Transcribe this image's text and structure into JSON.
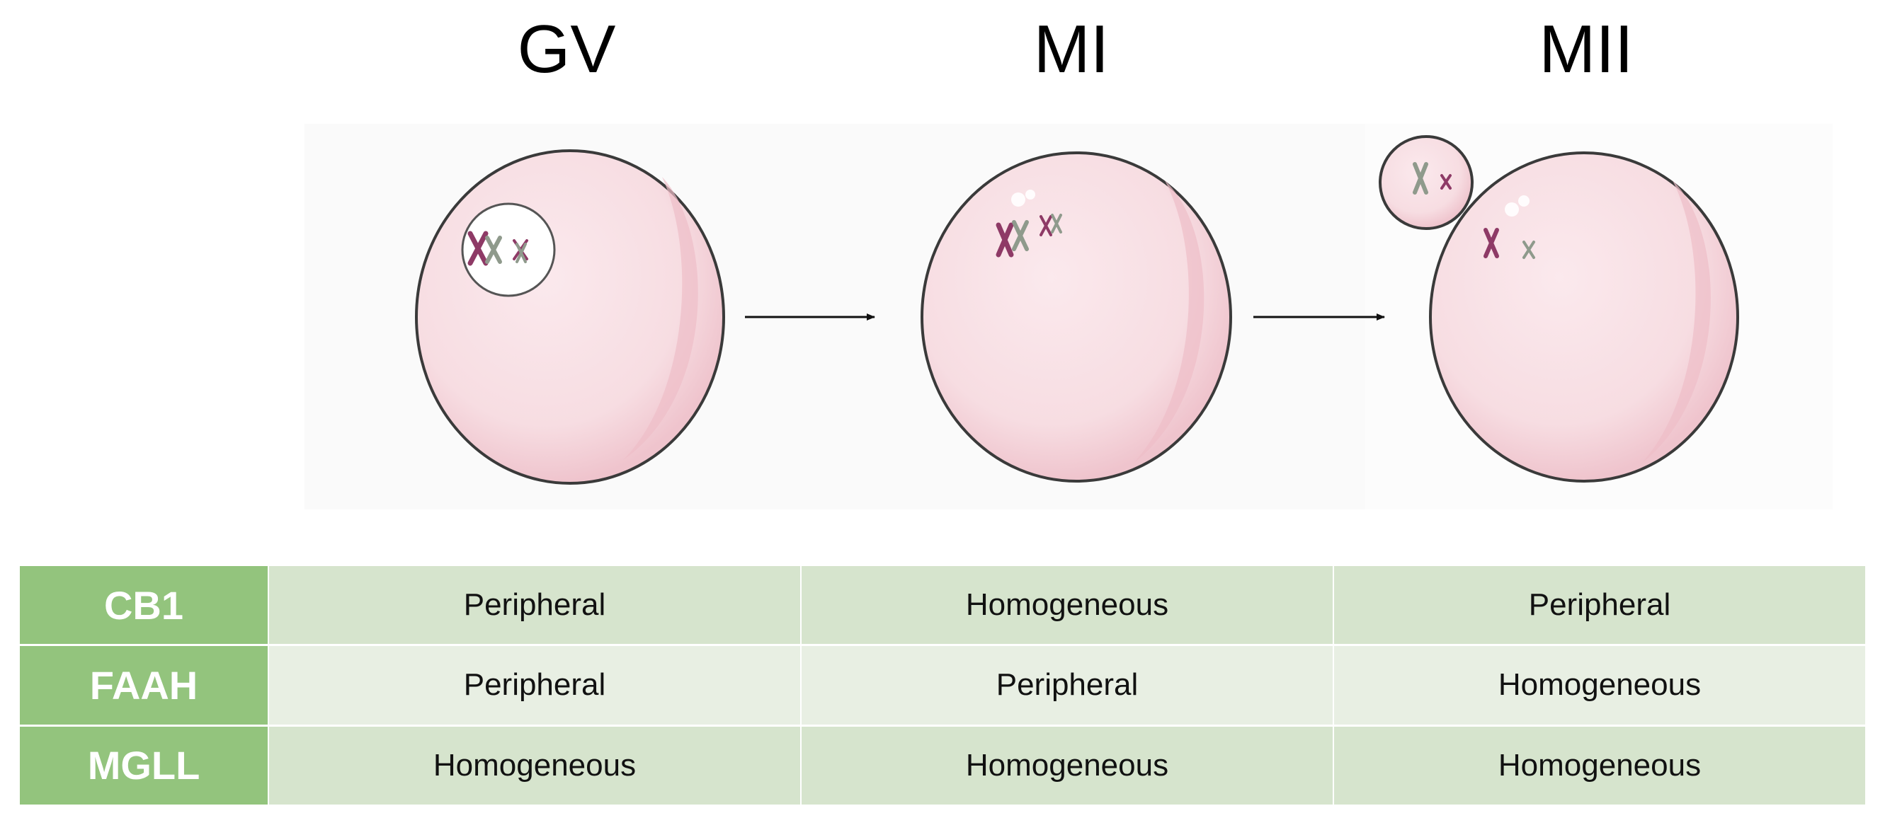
{
  "stages": [
    {
      "label": "GV"
    },
    {
      "label": "MI"
    },
    {
      "label": "MII"
    }
  ],
  "table": {
    "rows": [
      {
        "label": "CB1",
        "values": [
          "Peripheral",
          "Homogeneous",
          "Peripheral"
        ]
      },
      {
        "label": "FAAH",
        "values": [
          "Peripheral",
          "Peripheral",
          "Homogeneous"
        ]
      },
      {
        "label": "MGLL",
        "values": [
          "Homogeneous",
          "Homogeneous",
          "Homogeneous"
        ]
      }
    ]
  },
  "colors": {
    "oocyte_fill": "#f7dde2",
    "oocyte_shade": "#eebdc8",
    "outline": "#3a3a3a",
    "chromosome_purple": "#8e3a66",
    "chromosome_gray": "#8f9a8c",
    "row_header_green": "#93c47d",
    "cell_green": "#d6e4cd",
    "cell_light_green": "#e8efe3"
  },
  "icons": [
    "gv-oocyte-with-nucleus",
    "mi-oocyte",
    "mii-oocyte-with-polar-body",
    "arrow-right-icon"
  ]
}
